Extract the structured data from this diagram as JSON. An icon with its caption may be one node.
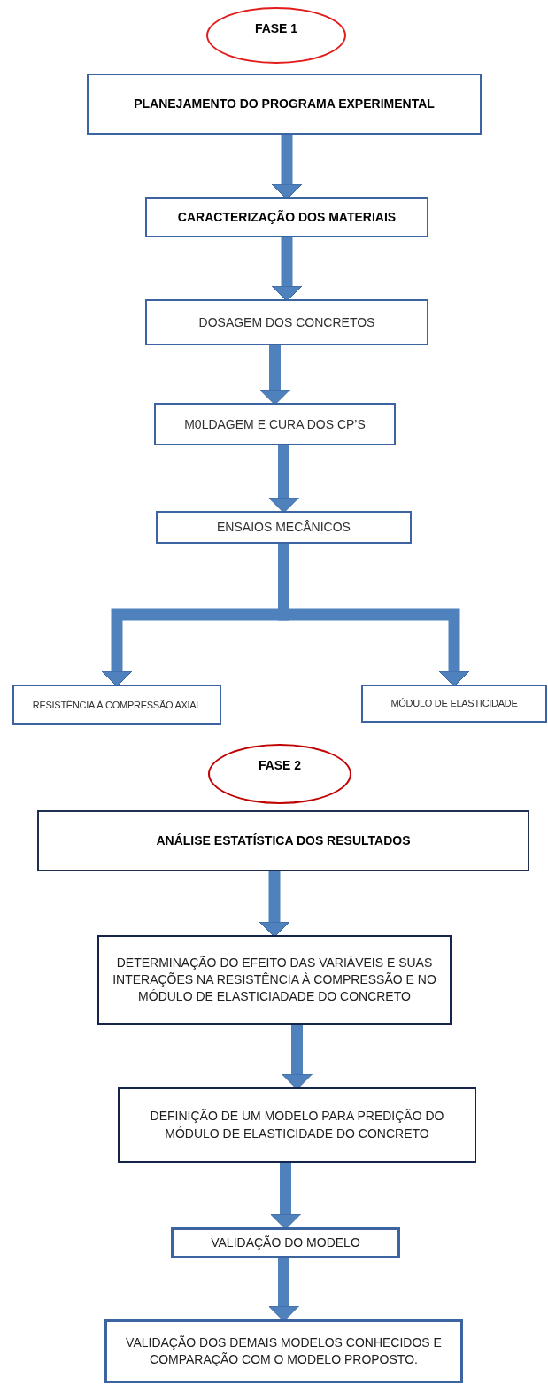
{
  "diagram": {
    "nodes": [
      {
        "text": [
          "FASE 1"
        ]
      },
      {
        "text": [
          "PLANEJAMENTO DO PROGRAMA EXPERIMENTAL"
        ]
      },
      {
        "text": [
          "CARACTERIZAÇÃO DOS MATERIAIS"
        ]
      },
      {
        "text": [
          "DOSAGEM DOS CONCRETOS"
        ]
      },
      {
        "text": [
          "M0LDAGEM  E CURA DOS CP’S"
        ]
      },
      {
        "text": [
          "ENSAIOS MECÂNICOS"
        ]
      },
      {
        "text": [
          "RESISTÊNCIA À COMPRESSÃO AXIAL"
        ]
      },
      {
        "text": [
          "MÓDULO DE ELASTICIDADE"
        ]
      },
      {
        "text": [
          "FASE 2"
        ]
      },
      {
        "text": [
          "ANÁLISE ESTATÍSTICA DOS RESULTADOS"
        ]
      },
      {
        "text": [
          "DETERMINAÇÃO DO EFEITO DAS VARIÁVEIS E SUAS INTERAÇÕES  NA RESISTÊNCIA À COMPRESSÃO E NO MÓDULO DE ELASTICIADADE DO CONCRETO"
        ]
      },
      {
        "text": [
          "DEFINIÇÃO DE UM MODELO PARA  PREDIÇÃO DO MÓDULO DE ELASTICIDADE DO CONCRETO"
        ]
      },
      {
        "text": [
          "VALIDAÇÃO DO MODELO"
        ]
      },
      {
        "text": [
          "VALIDAÇÃO DOS DEMAIS MODELOS CONHECIDOS E COMPARAÇÃO COM O MODELO PROPOSTO."
        ]
      }
    ],
    "edges": [
      {
        "from": 1,
        "to": 2,
        "arrow": "to"
      },
      {
        "from": 2,
        "to": 3,
        "arrow": "to"
      },
      {
        "from": 3,
        "to": 4,
        "arrow": "to"
      },
      {
        "from": 4,
        "to": 5,
        "arrow": "to"
      },
      {
        "from": 5,
        "to": 6,
        "arrow": "to"
      },
      {
        "from": 5,
        "to": 7,
        "arrow": "to"
      },
      {
        "from": 9,
        "to": 10,
        "arrow": "to"
      },
      {
        "from": 10,
        "to": 11,
        "arrow": "to"
      },
      {
        "from": 11,
        "to": 12,
        "arrow": "to"
      },
      {
        "from": 12,
        "to": 13,
        "arrow": "to"
      }
    ]
  }
}
